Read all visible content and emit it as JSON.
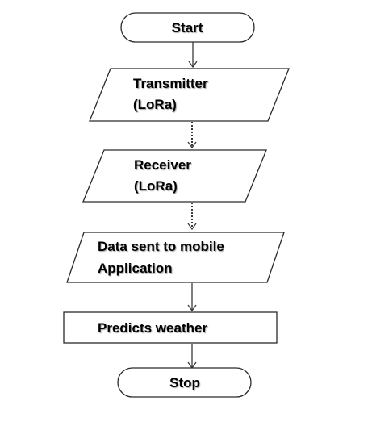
{
  "nodes": {
    "start": {
      "label": "Start"
    },
    "transmitter": {
      "line1": "Transmitter",
      "line2": "(LoRa)"
    },
    "receiver": {
      "line1": "Receiver",
      "line2": "(LoRa)"
    },
    "data_sent": {
      "line1": "Data sent to mobile",
      "line2": "Application"
    },
    "predicts": {
      "label": "Predicts weather"
    },
    "stop": {
      "label": "Stop"
    }
  },
  "connectors": [
    {
      "from": "start",
      "to": "transmitter",
      "style": "solid"
    },
    {
      "from": "transmitter",
      "to": "receiver",
      "style": "dotted"
    },
    {
      "from": "receiver",
      "to": "data_sent",
      "style": "dotted"
    },
    {
      "from": "data_sent",
      "to": "predicts",
      "style": "solid"
    },
    {
      "from": "predicts",
      "to": "stop",
      "style": "solid"
    }
  ]
}
